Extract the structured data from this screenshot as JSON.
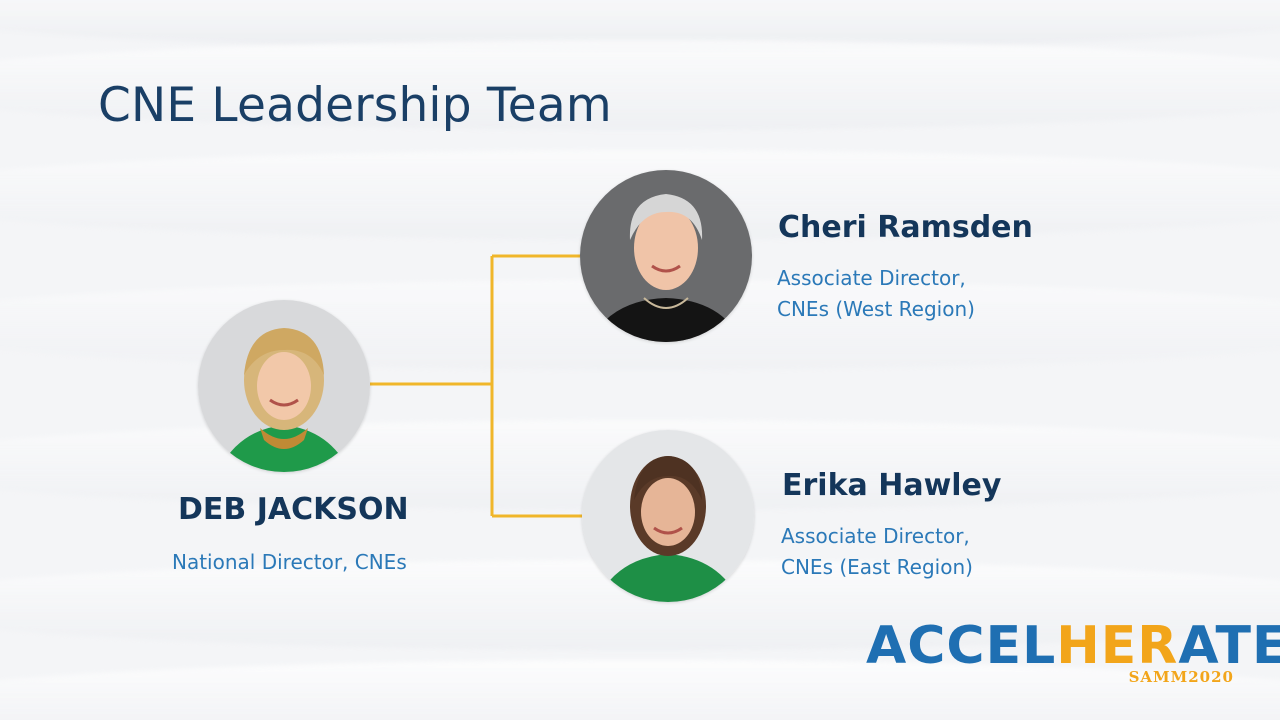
{
  "slide": {
    "title": "CNE Leadership Team"
  },
  "people": {
    "director": {
      "name": "DEB JACKSON",
      "role": "National Director, CNEs",
      "photo": "portrait of a woman with blonde hair, green top, gold necklace"
    },
    "west": {
      "name": "Cheri Ramsden",
      "role_line1": "Associate Director,",
      "role_line2": "CNEs (West Region)",
      "photo": "portrait of a woman with short gray hair, black top, pendant necklace"
    },
    "east": {
      "name": "Erika Hawley",
      "role_line1": "Associate Director,",
      "role_line2": "CNEs (East Region)",
      "photo": "portrait of a woman with brown hair, green top"
    }
  },
  "logo": {
    "part1": "ACCEL",
    "part2": "HER",
    "part3": "ATE",
    "sub": "SAMM2020"
  },
  "colors": {
    "title": "#1a3f66",
    "name": "#14365a",
    "role": "#2b79b8",
    "connector": "#f0b62a",
    "logo_blue": "#1f6fb2",
    "logo_orange": "#f2a51a"
  }
}
